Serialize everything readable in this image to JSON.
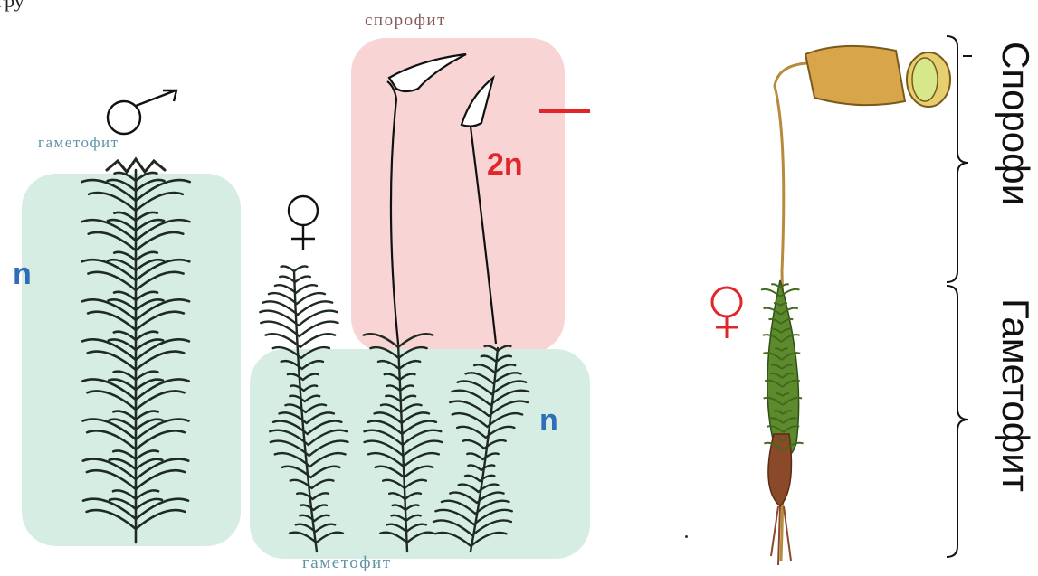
{
  "labels": {
    "top_fragment": "гру",
    "gametophyte_left": "гаметофит",
    "gametophyte_bottom": "гаметофит",
    "sporophyte_top": "спорофит",
    "haploid_left": "n",
    "haploid_right": "n",
    "diploid": "2n",
    "sporophyte_right": "Спорофи",
    "gametophyte_right": "Гаметофит"
  },
  "symbols": {
    "male": "male-symbol",
    "female_left": "female-symbol",
    "female_right": "female-symbol"
  },
  "colors": {
    "haploid_zone": "#d5ede3",
    "diploid_zone": "#f8d4d4",
    "haploid_text": "#2f6db8",
    "diploid_text": "#e0262a",
    "serif_label": "#5e93a6",
    "moss_dark": "#1e2a22",
    "moss_green": "#5c8a2c",
    "capsule": "#d9a54a",
    "stalk": "#b88a3c",
    "rhizoid": "#8a4a2a"
  }
}
